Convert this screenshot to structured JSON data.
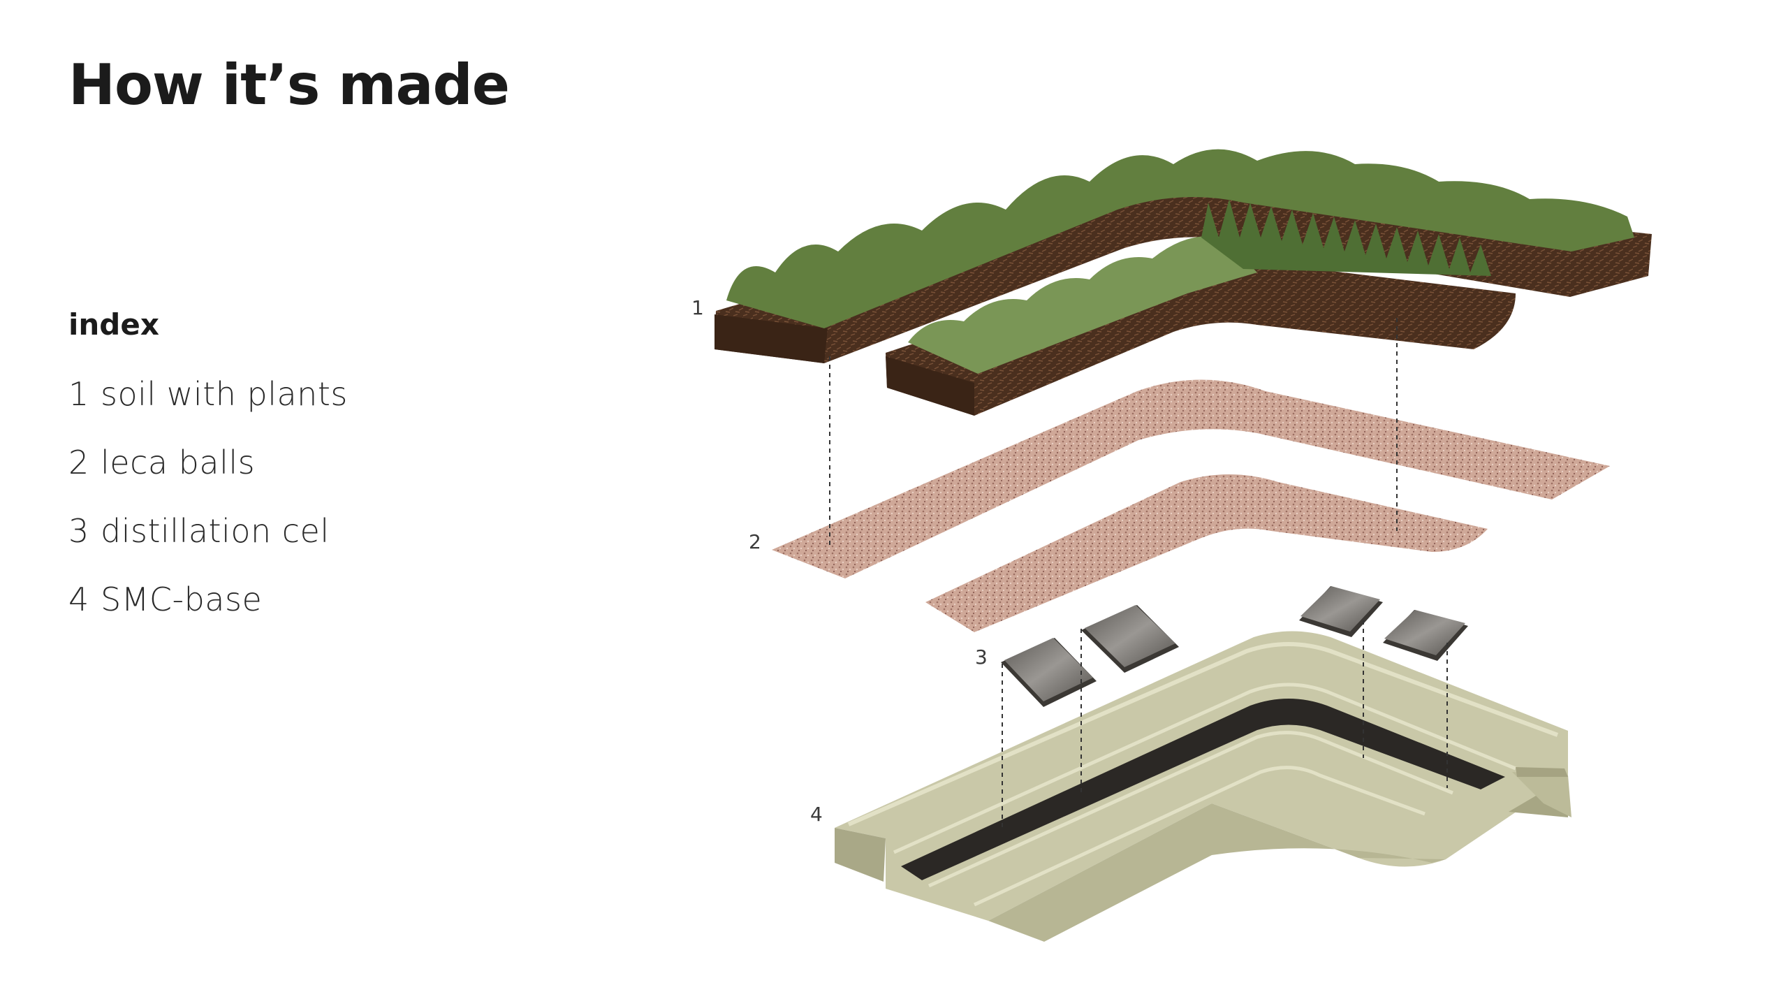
{
  "page": {
    "title": "How it’s made"
  },
  "legend": {
    "heading": "index",
    "items": [
      {
        "number": "1",
        "label": "soil with plants"
      },
      {
        "number": "2",
        "label": "leca balls"
      },
      {
        "number": "3",
        "label": "distillation cel"
      },
      {
        "number": "4",
        "label": "SMC-base"
      }
    ]
  },
  "diagram": {
    "callouts": [
      "1",
      "2",
      "3",
      "4"
    ],
    "colors": {
      "soil": "#4a2f1e",
      "soil_light": "#6b4630",
      "plants": "#5d7a3a",
      "leca": "#c9a190",
      "cell": "#6e6b67",
      "base": "#c8c7a6",
      "base_shadow": "#a9a886",
      "channel": "#2b2825"
    }
  }
}
